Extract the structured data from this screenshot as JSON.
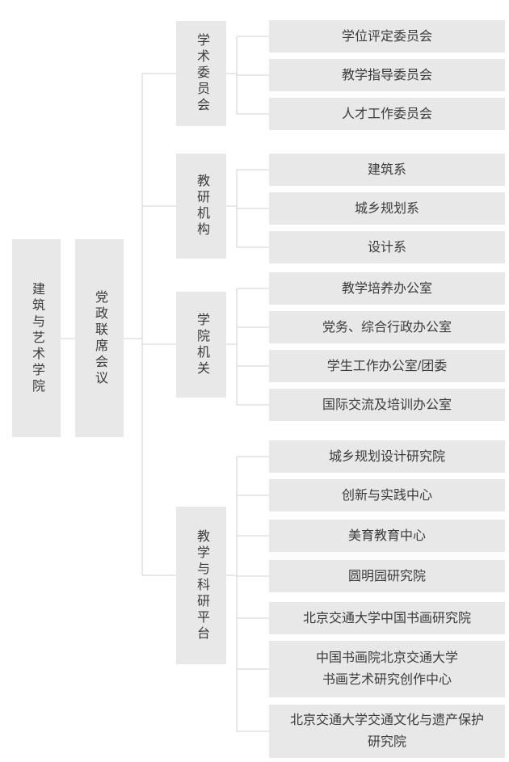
{
  "colors": {
    "box_fill": "#e8e8e8",
    "connector_line": "#d1d1d1",
    "text": "#3b3b3b"
  },
  "chart": {
    "root": "建筑与艺术学院",
    "secondary": "党政联席会议",
    "branches": [
      {
        "label": "学术委员会",
        "children": [
          "学位评定委员会",
          "教学指导委员会",
          "人才工作委员会"
        ]
      },
      {
        "label": "教研机构",
        "children": [
          "建筑系",
          "城乡规划系",
          "设计系"
        ]
      },
      {
        "label": "学院机关",
        "children": [
          "教学培养办公室",
          "党务、综合行政办公室",
          "学生工作办公室/团委",
          "国际交流及培训办公室"
        ]
      },
      {
        "label": "教学与科研平台",
        "children": [
          "城乡规划设计研究院",
          "创新与实践中心",
          "美育教育中心",
          "圆明园研究院",
          "北京交通大学中国书画研究院",
          "中国书画院北京交通大学\n书画艺术研究创作中心",
          "北京交通大学交通文化与遗产保护\n研究院"
        ]
      }
    ]
  }
}
